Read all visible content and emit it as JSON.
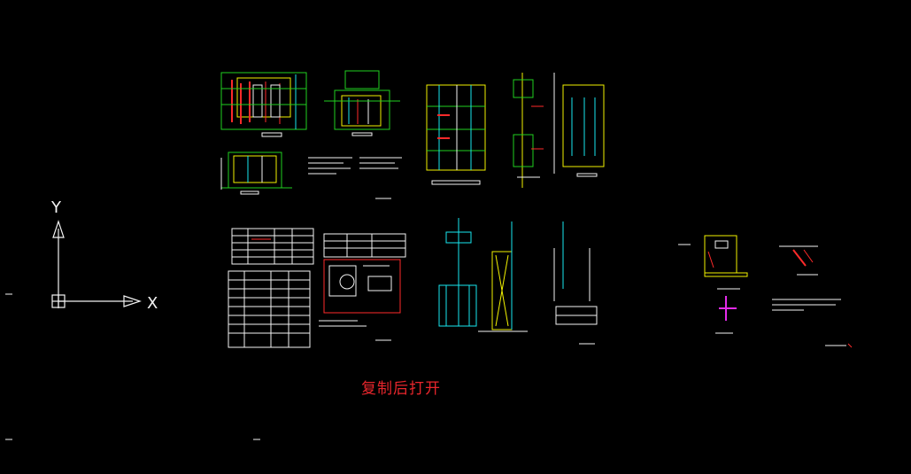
{
  "viewport": {
    "background": "#000000",
    "palette": {
      "green": "#21d11f",
      "yellow": "#f2f200",
      "red": "#ff2a2a",
      "cyan": "#18e7ef",
      "white": "#f3f3f3",
      "magenta": "#e42bea",
      "overlayRed": "#e8262c"
    }
  },
  "ucs": {
    "x_label": "X",
    "y_label": "Y"
  },
  "overlay": {
    "instruction": "复制后打开"
  },
  "sheets": [
    "pump-plan-sheet",
    "pump-section-sheet",
    "schedule-table-sheet",
    "gate-elevation-sheet",
    "detail-sheet"
  ]
}
